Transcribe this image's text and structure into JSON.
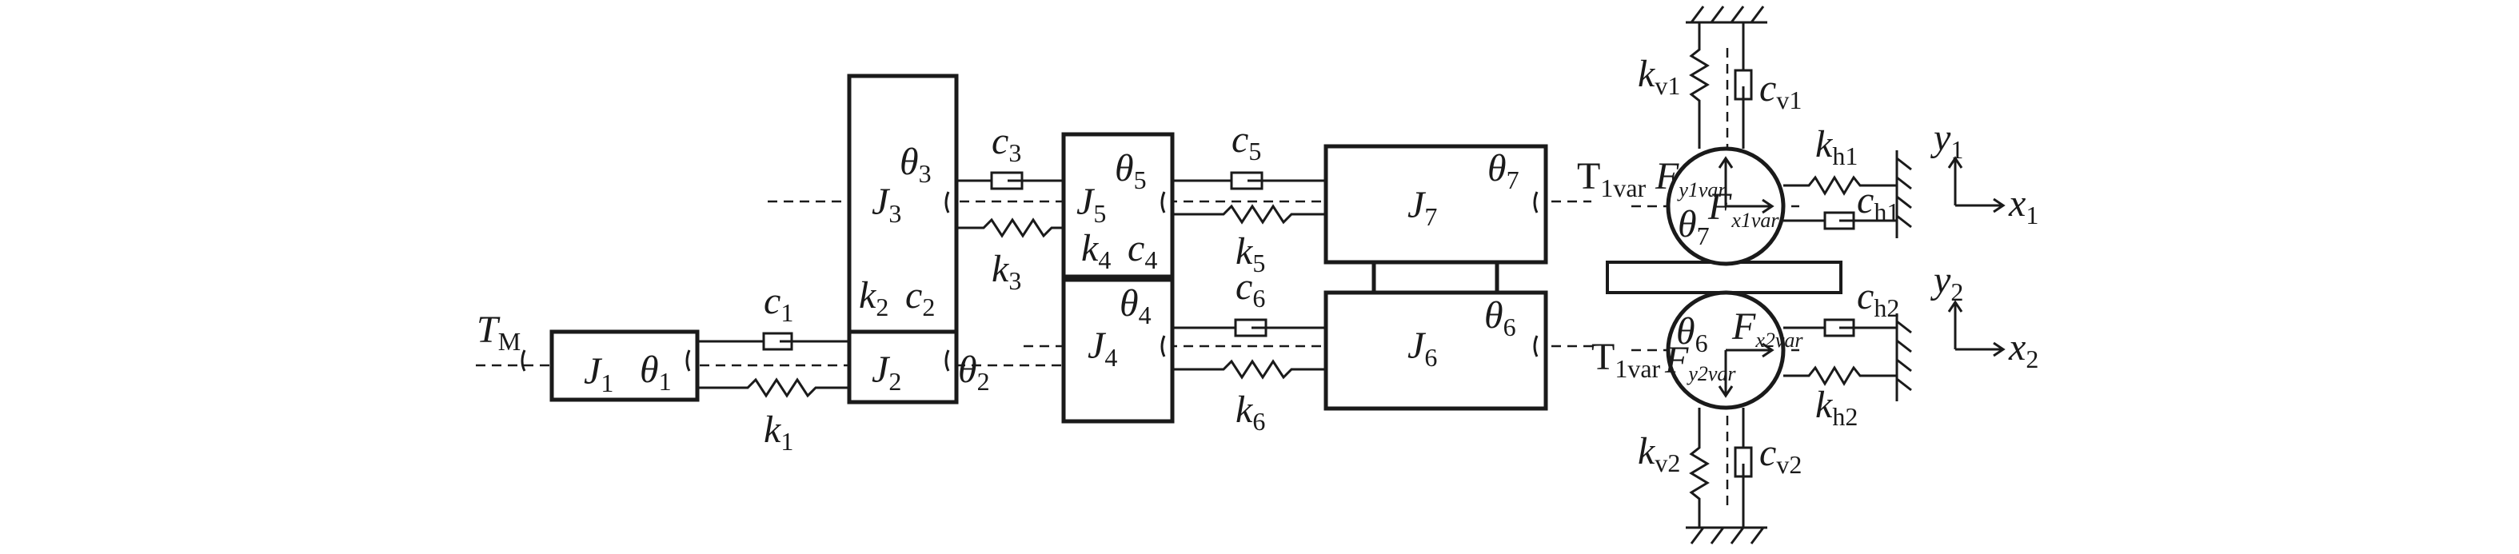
{
  "labels": {
    "TM": "T",
    "TM_sub": "M",
    "J1": "J",
    "J1_sub": "1",
    "J2": "J",
    "J2_sub": "2",
    "J3": "J",
    "J3_sub": "3",
    "J4": "J",
    "J4_sub": "4",
    "J5": "J",
    "J5_sub": "5",
    "J6": "J",
    "J6_sub": "6",
    "J7": "J",
    "J7_sub": "7",
    "th1": "θ",
    "th1_sub": "1",
    "th2": "θ",
    "th2_sub": "2",
    "th3": "θ",
    "th3_sub": "3",
    "th4": "θ",
    "th4_sub": "4",
    "th5": "θ",
    "th5_sub": "5",
    "th6": "θ",
    "th6_sub": "6",
    "th7": "θ",
    "th7_sub": "7",
    "th7r": "θ",
    "th7r_sub": "7",
    "th6r": "θ",
    "th6r_sub": "6",
    "c1": "c",
    "c1_sub": "1",
    "c2": "c",
    "c2_sub": "2",
    "c3": "c",
    "c3_sub": "3",
    "c4": "c",
    "c4_sub": "4",
    "c5": "c",
    "c5_sub": "5",
    "c6": "c",
    "c6_sub": "6",
    "k1": "k",
    "k1_sub": "1",
    "k2": "k",
    "k2_sub": "2",
    "k3": "k",
    "k3_sub": "3",
    "k4": "k",
    "k4_sub": "4",
    "k5": "k",
    "k5_sub": "5",
    "k6": "k",
    "k6_sub": "6",
    "kv1": "k",
    "kv1_sub": "v1",
    "cv1": "c",
    "cv1_sub": "v1",
    "kh1": "k",
    "kh1_sub": "h1",
    "ch1": "c",
    "ch1_sub": "h1",
    "kv2": "k",
    "kv2_sub": "v2",
    "cv2": "c",
    "cv2_sub": "v2",
    "kh2": "k",
    "kh2_sub": "h2",
    "ch2": "c",
    "ch2_sub": "h2",
    "T1var_top": "T",
    "T1var_top_sub": "1var",
    "T1var_bot": "T",
    "T1var_bot_sub": "1var",
    "Fy1": "F",
    "Fy1_sub": "y1var",
    "Fx1": "F",
    "Fx1_sub": "x1var",
    "Fx2": "F",
    "Fx2_sub": "x2var",
    "Fy2": "F",
    "Fy2_sub": "y2var",
    "y1": "y",
    "y1_sub": "1",
    "x1": "x",
    "x1_sub": "1",
    "y2": "y",
    "y2_sub": "2",
    "x2": "x",
    "x2_sub": "2"
  }
}
